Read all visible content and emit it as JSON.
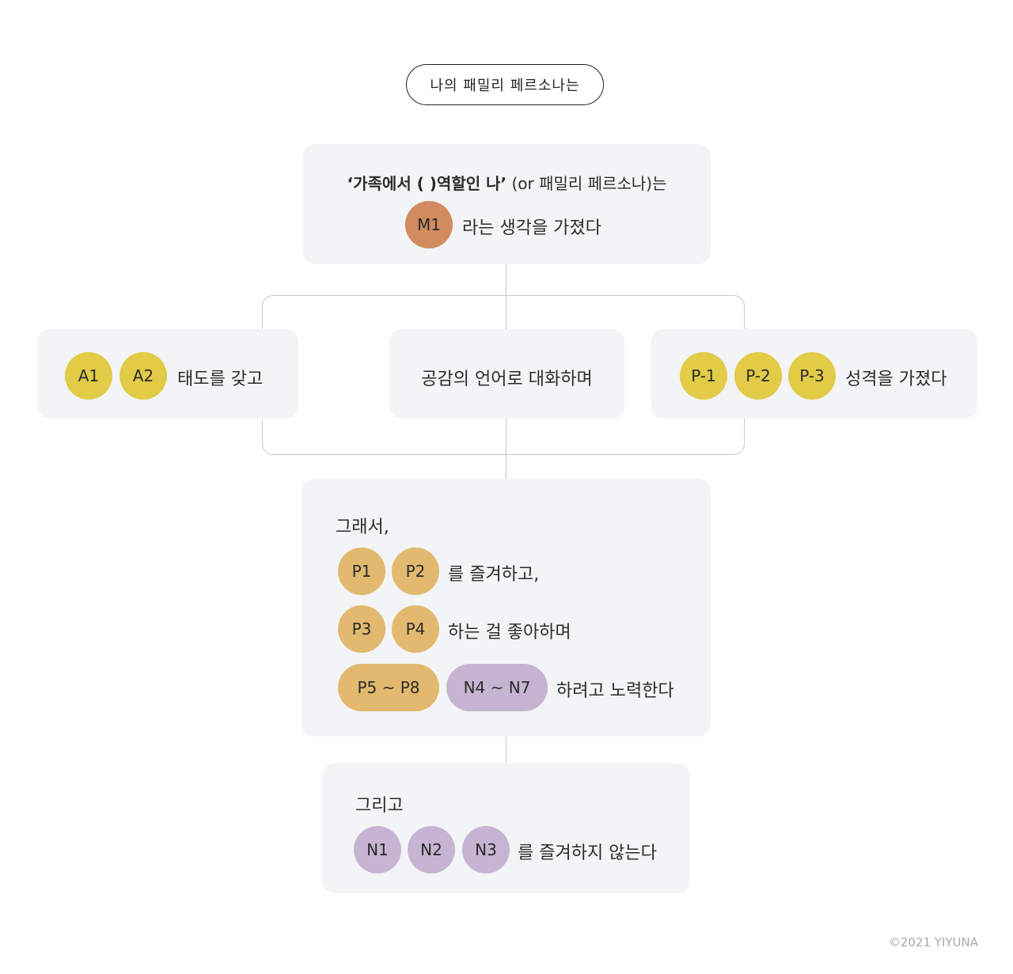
{
  "title_pill": "나의 패밀리 페르소나는",
  "top_card": {
    "line1_bold": "‘가족에서 ( )역할인 나’",
    "line1_rest": " (or 패밀리 페르소나)는",
    "chip": "M1",
    "line2": "라는 생각을 가졌다"
  },
  "left_card": {
    "chips": [
      "A1",
      "A2"
    ],
    "text": "태도를 갖고"
  },
  "center_card": {
    "text": "공감의 언어로 대화하며"
  },
  "right_card": {
    "chips": [
      "P-1",
      "P-2",
      "P-3"
    ],
    "text": "성격을 가졌다"
  },
  "so_card": {
    "intro": "그래서,",
    "row1": {
      "chips": [
        "P1",
        "P2"
      ],
      "text": "를 즐겨하고,"
    },
    "row2": {
      "chips": [
        "P3",
        "P4"
      ],
      "text": "하는 걸 좋아하며"
    },
    "row3": {
      "chips": [
        "P5 ~ P8",
        "N4 ~ N7"
      ],
      "text": "하려고 노력한다"
    }
  },
  "and_card": {
    "intro": "그리고",
    "chips": [
      "N1",
      "N2",
      "N3"
    ],
    "text": "를 즐겨하지 않는다"
  },
  "copyright": "©2021 YIYUNA",
  "colors": {
    "m_chip": "#d28a5f",
    "yellow_chip": "#e1cb47",
    "orange_chip": "#e2b96e",
    "violet_chip": "#c6b4d2",
    "card_bg": "#f3f4f5"
  }
}
